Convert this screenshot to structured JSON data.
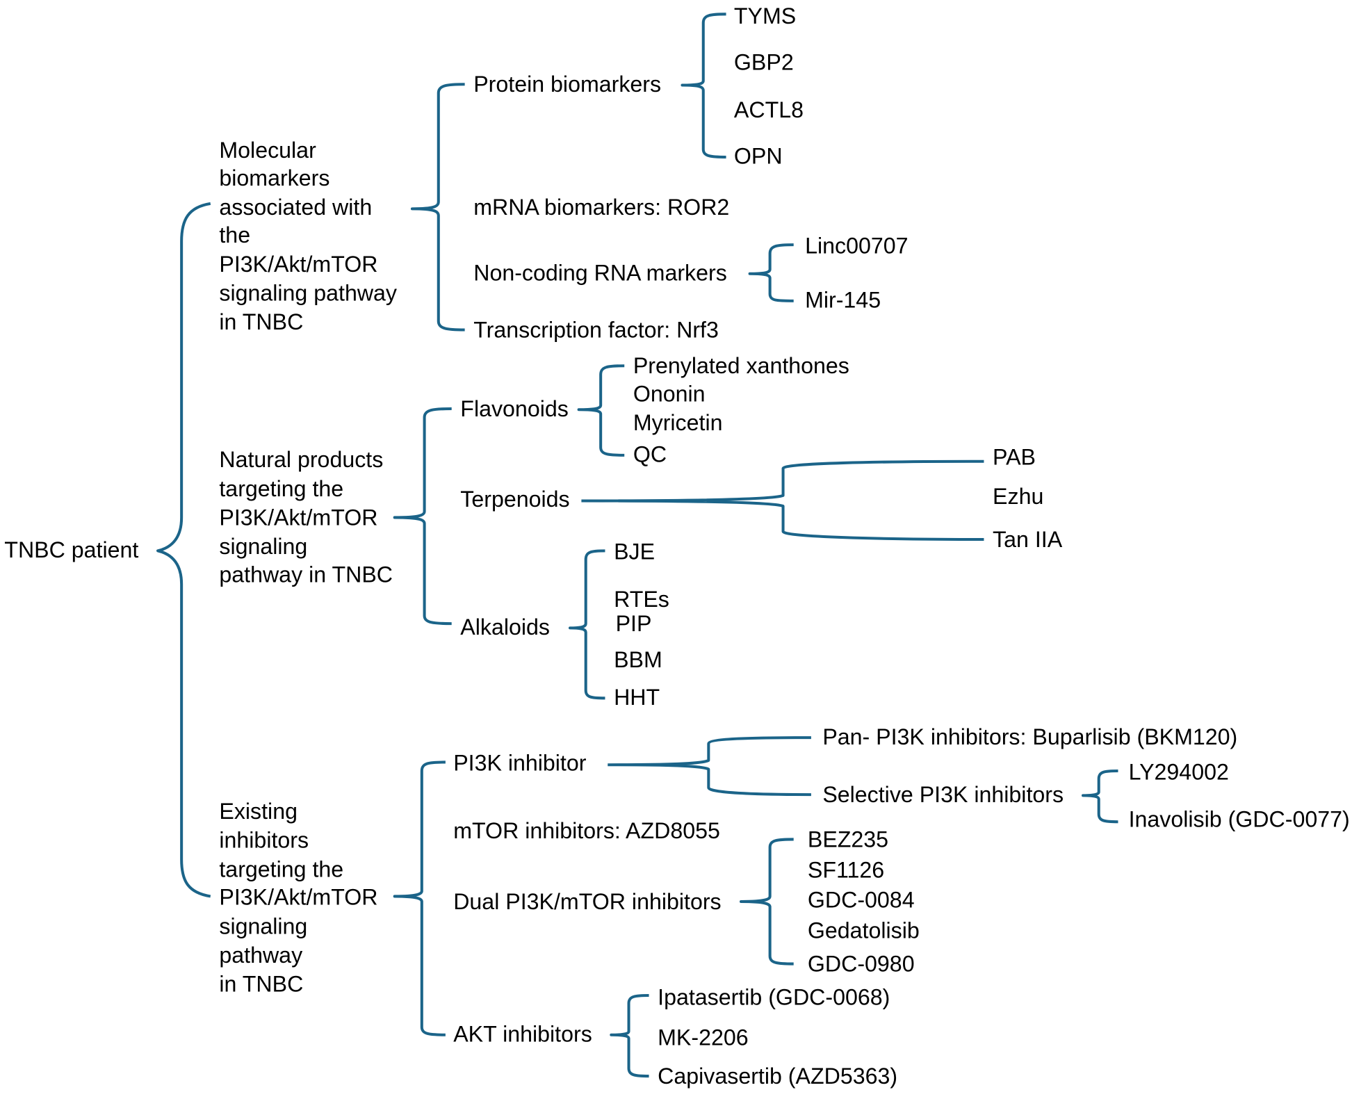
{
  "accent_color": "#1b6489",
  "root": {
    "label": "TNBC patient"
  },
  "branches": [
    {
      "label_lines": [
        "Molecular",
        "biomarkers",
        "associated with",
        "the",
        "PI3K/Akt/mTOR",
        "signaling pathway",
        "in TNBC"
      ],
      "children": [
        {
          "label": "Protein biomarkers",
          "items": [
            "TYMS",
            "GBP2",
            "ACTL8",
            "OPN"
          ]
        },
        {
          "label": "mRNA biomarkers: ROR2"
        },
        {
          "label": "Non-coding RNA markers",
          "items": [
            "Linc00707",
            "Mir-145"
          ]
        },
        {
          "label": "Transcription factor: Nrf3"
        }
      ]
    },
    {
      "label_lines": [
        "Natural products",
        "targeting the",
        "PI3K/Akt/mTOR",
        "signaling",
        "pathway in TNBC"
      ],
      "children": [
        {
          "label": "Flavonoids",
          "items": [
            "Prenylated xanthones",
            "Ononin",
            "Myricetin",
            "QC"
          ]
        },
        {
          "label": "Terpenoids",
          "items": [
            "PAB",
            "Ezhu",
            "Tan IIA"
          ]
        },
        {
          "label": "Alkaloids",
          "items": [
            "BJE",
            "RTEs",
            "PIP",
            "BBM",
            "HHT"
          ]
        }
      ]
    },
    {
      "label_lines": [
        "Existing",
        "inhibitors",
        "targeting the",
        "PI3K/Akt/mTOR",
        "signaling",
        "pathway",
        "in TNBC"
      ],
      "children": [
        {
          "label": "PI3K inhibitor",
          "sub": [
            {
              "label": "Pan- PI3K inhibitors: Buparlisib (BKM120)"
            },
            {
              "label": "Selective PI3K inhibitors",
              "items": [
                "LY294002",
                "Inavolisib (GDC-0077)"
              ]
            }
          ]
        },
        {
          "label": "mTOR inhibitors: AZD8055"
        },
        {
          "label": "Dual PI3K/mTOR inhibitors",
          "items": [
            "BEZ235",
            "SF1126",
            "GDC-0084",
            "Gedatolisib",
            "GDC-0980"
          ]
        },
        {
          "label": "AKT inhibitors",
          "items": [
            "Ipatasertib (GDC-0068)",
            "MK-2206",
            "Capivasertib (AZD5363)"
          ]
        }
      ]
    }
  ]
}
